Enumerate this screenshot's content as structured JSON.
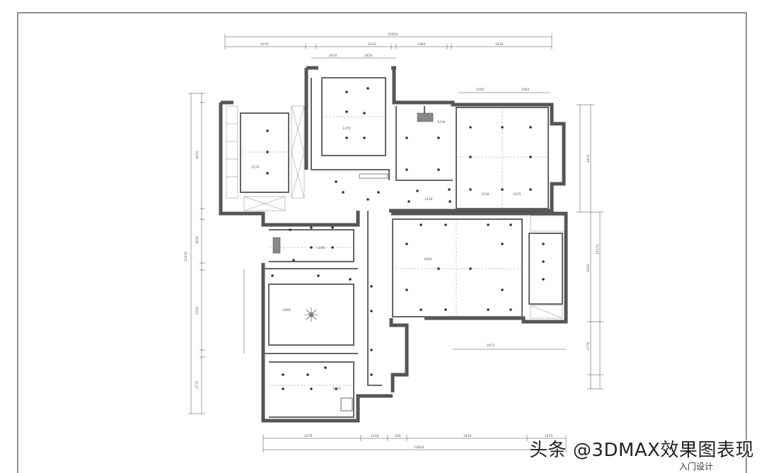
{
  "plan": {
    "dims_top": [
      "12950",
      "1070",
      "1610",
      "1010",
      "2450",
      "1960",
      "1810",
      "1065",
      "1042"
    ],
    "dims_bottom": [
      "13620",
      "2270",
      "1310",
      "560",
      "3450",
      "1455"
    ],
    "dims_left": [
      "12210",
      "4410",
      "3010",
      "3320",
      "2770"
    ],
    "dims_right": [
      "4410",
      "12170",
      "2950",
      "1770",
      "2471"
    ],
    "room_labels": [
      "1570",
      "1370",
      "1230",
      "1230",
      "1190",
      "1990",
      "1035",
      "1235",
      "1230"
    ],
    "tv_wall": "1960"
  },
  "watermark": {
    "text": "头条 @3DMAX效果图表现",
    "subtext": "入门设计"
  }
}
